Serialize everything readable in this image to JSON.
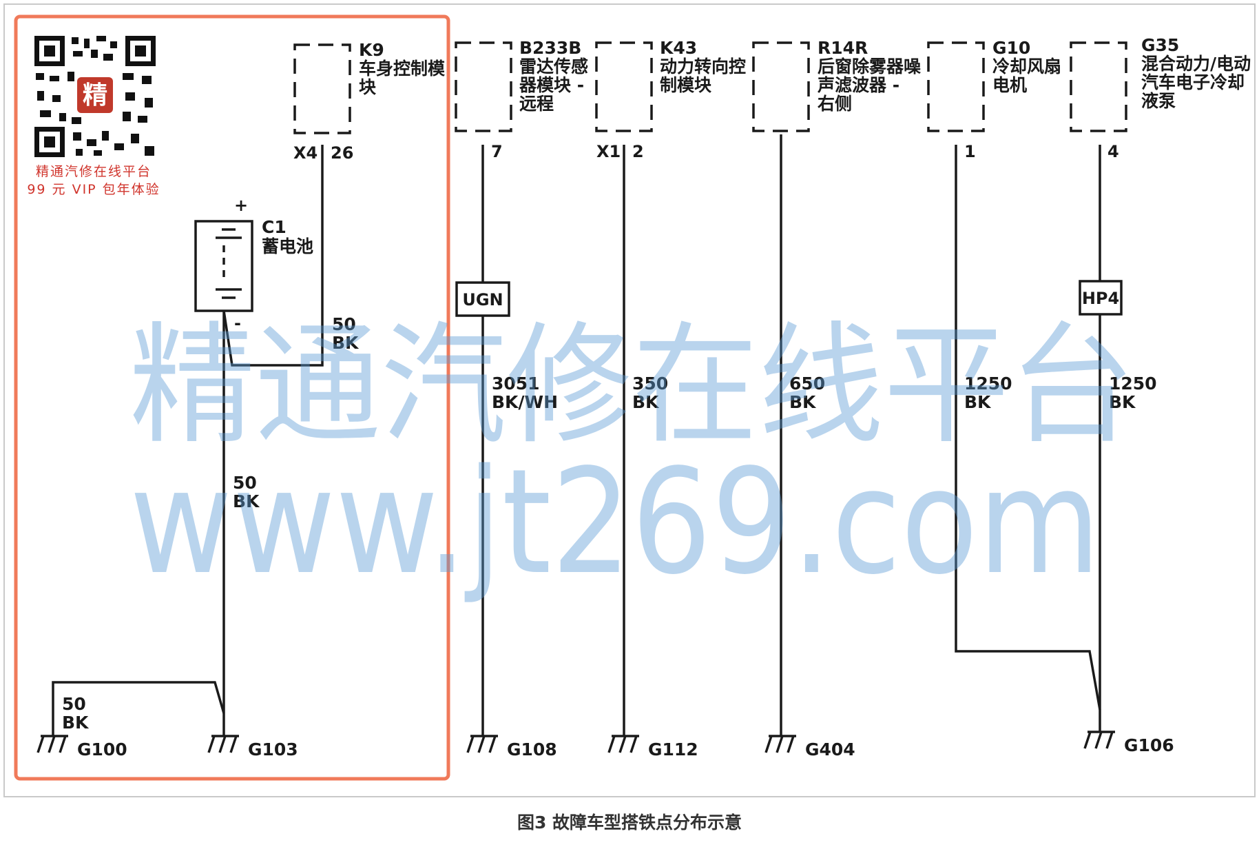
{
  "promo": {
    "line1": "精通汽修在线平台",
    "line2": "99 元 VIP 包年体验",
    "logo_char": "精"
  },
  "watermark": {
    "line1": "精通汽修在线平台",
    "line2": "www.jt269.com"
  },
  "caption": "图3 故障车型搭铁点分布示意",
  "colors": {
    "highlight_box": "#f07a5a",
    "watermark": "#5b9bd5",
    "wire": "#1a1a1a",
    "promo_text": "#d0342c"
  },
  "modules": [
    {
      "code": "K9",
      "name_lines": [
        "车身控制模",
        "块"
      ],
      "connector": "X4",
      "pin": "26"
    },
    {
      "code": "B233B",
      "name_lines": [
        "雷达传感",
        "器模块 -",
        "远程"
      ],
      "connector": "",
      "pin": "7"
    },
    {
      "code": "K43",
      "name_lines": [
        "动力转向控",
        "制模块"
      ],
      "connector": "X1",
      "pin": "2"
    },
    {
      "code": "R14R",
      "name_lines": [
        "后窗除雾器噪",
        "声滤波器 -",
        "右侧"
      ],
      "connector": "",
      "pin": ""
    },
    {
      "code": "G10",
      "name_lines": [
        "冷却风扇",
        "电机"
      ],
      "connector": "",
      "pin": "1"
    },
    {
      "code": "G35",
      "name_lines": [
        "混合动力/电动",
        "汽车电子冷却",
        "液泵"
      ],
      "connector": "",
      "pin": "4"
    }
  ],
  "battery": {
    "code": "C1",
    "name": "蓄电池",
    "plus": "+",
    "minus": "-"
  },
  "splices": [
    "UGN",
    "HP4"
  ],
  "wire_labels": [
    {
      "gauge": "50",
      "color": "BK"
    },
    {
      "gauge": "50",
      "color": "BK"
    },
    {
      "gauge": "50",
      "color": "BK"
    },
    {
      "gauge": "3051",
      "color": "BK/WH"
    },
    {
      "gauge": "350",
      "color": "BK"
    },
    {
      "gauge": "650",
      "color": "BK"
    },
    {
      "gauge": "1250",
      "color": "BK"
    },
    {
      "gauge": "1250",
      "color": "BK"
    }
  ],
  "grounds": [
    "G100",
    "G103",
    "G108",
    "G112",
    "G404",
    "G106"
  ]
}
